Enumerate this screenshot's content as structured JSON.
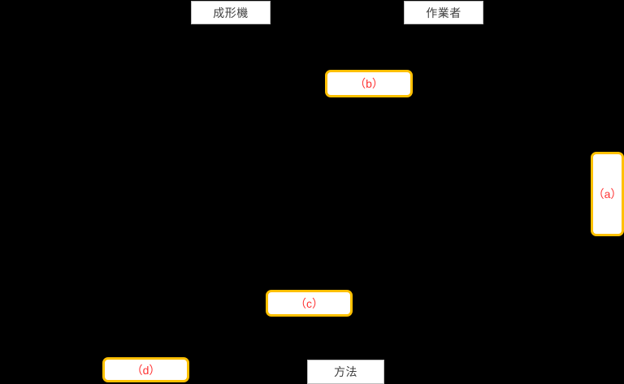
{
  "diagram": {
    "type": "fishbone-cause-and-effect-diagram",
    "background_color": "#000000",
    "accent_color": "#FFC000",
    "label_color": "#FF3333",
    "category_boxes": [
      {
        "id": "molding-machine",
        "label": "成形機",
        "style": "plain",
        "border_color": "#BFBFBF",
        "fill_color": "#FFFFFF",
        "text_color": "#404040"
      },
      {
        "id": "operator",
        "label": "作業者",
        "style": "plain",
        "border_color": "#BFBFBF",
        "fill_color": "#FFFFFF",
        "text_color": "#404040"
      },
      {
        "id": "method",
        "label": "方法",
        "style": "plain",
        "border_color": "#BFBFBF",
        "fill_color": "#FFFFFF",
        "text_color": "#404040"
      }
    ],
    "blank_boxes": [
      {
        "id": "a",
        "label": "（a）",
        "style": "gold-rounded",
        "border_color": "#FFC000",
        "fill_color": "#FFFFFF",
        "text_color": "#FF3333"
      },
      {
        "id": "b",
        "label": "（b）",
        "style": "gold-rounded",
        "border_color": "#FFC000",
        "fill_color": "#FFFFFF",
        "text_color": "#FF3333"
      },
      {
        "id": "c",
        "label": "（c）",
        "style": "gold-rounded",
        "border_color": "#FFC000",
        "fill_color": "#FFFFFF",
        "text_color": "#FF3333"
      },
      {
        "id": "d",
        "label": "（d）",
        "style": "gold-rounded",
        "border_color": "#FFC000",
        "fill_color": "#FFFFFF",
        "text_color": "#FF3333"
      }
    ]
  }
}
